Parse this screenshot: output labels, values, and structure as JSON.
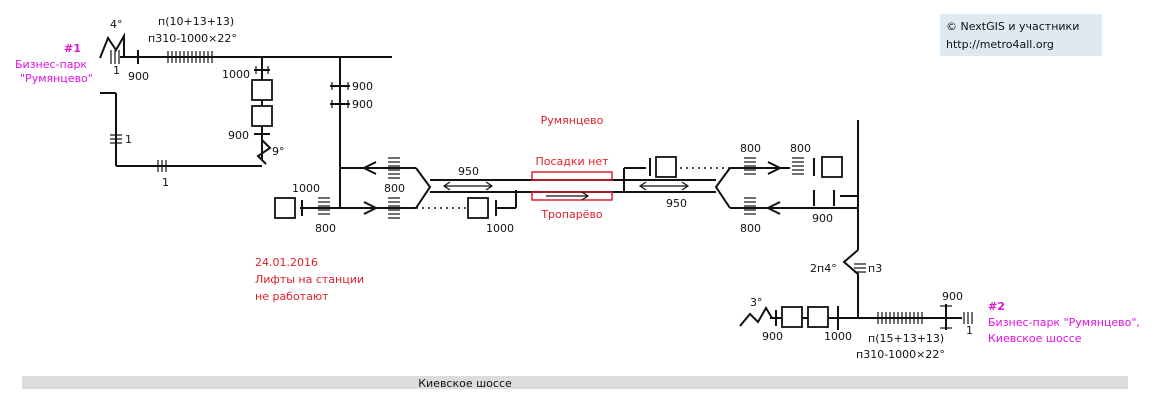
{
  "station_name": "Румянцево",
  "copyright": {
    "line1": "© NextGIS и участники",
    "line2": "http://metro4all.org"
  },
  "road_label": "Киевское шоссе",
  "notice": {
    "date": "24.01.2016",
    "line1": "Лифты на станции",
    "line2": "не работают"
  },
  "platform": {
    "top_label": "Посадки нет",
    "bottom_label": "Тропарёво"
  },
  "exit1": {
    "number": "#1",
    "name_line1": "Бизнес-парк",
    "name_line2": "\"Румянцево\"",
    "slope": "4°",
    "stairs_count": "п(10+13+13)",
    "stairs_spec": "п310-1000×22°",
    "handrail": "1",
    "width_a": "900",
    "width_b": "1000"
  },
  "exit2": {
    "number": "#2",
    "name_line1": "Бизнес-парк \"Румянцево\",",
    "name_line2": "Киевское шоссе",
    "slope": "3°",
    "stairs_count": "п(15+13+13)",
    "stairs_spec": "п310-1000×22°",
    "handrail": "1",
    "width_a": "900",
    "width_b": "900",
    "width_c": "1000"
  },
  "left_passage": {
    "handrail_a": "1",
    "handrail_b": "1",
    "width_top1": "900",
    "width_top2": "900",
    "slope": "9°",
    "door_width": "900",
    "gate_top": "800",
    "gate_left": "1000",
    "gate_bottom": "800",
    "hall_door": "1000",
    "hall_width": "950"
  },
  "right_passage": {
    "gate_top": "800",
    "gate_top_right": "800",
    "gate_bottom": "800",
    "hall_width": "950",
    "door_width": "900",
    "ramp_label": "2п4°",
    "ramp_stairs": "п3"
  }
}
